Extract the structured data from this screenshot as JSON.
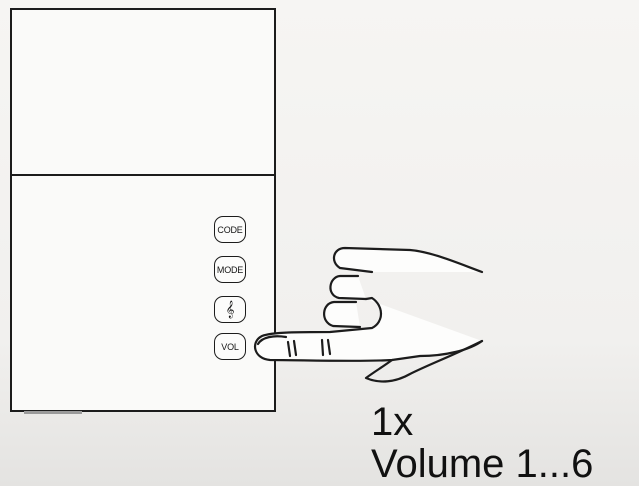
{
  "buttons": {
    "code": "CODE",
    "mode": "MODE",
    "music": "𝄞",
    "vol": "VOL"
  },
  "caption": {
    "count": "1x",
    "range": "Volume 1...6"
  },
  "icons": {
    "music": "treble-clef-icon",
    "hand": "pressing-hand-icon"
  }
}
